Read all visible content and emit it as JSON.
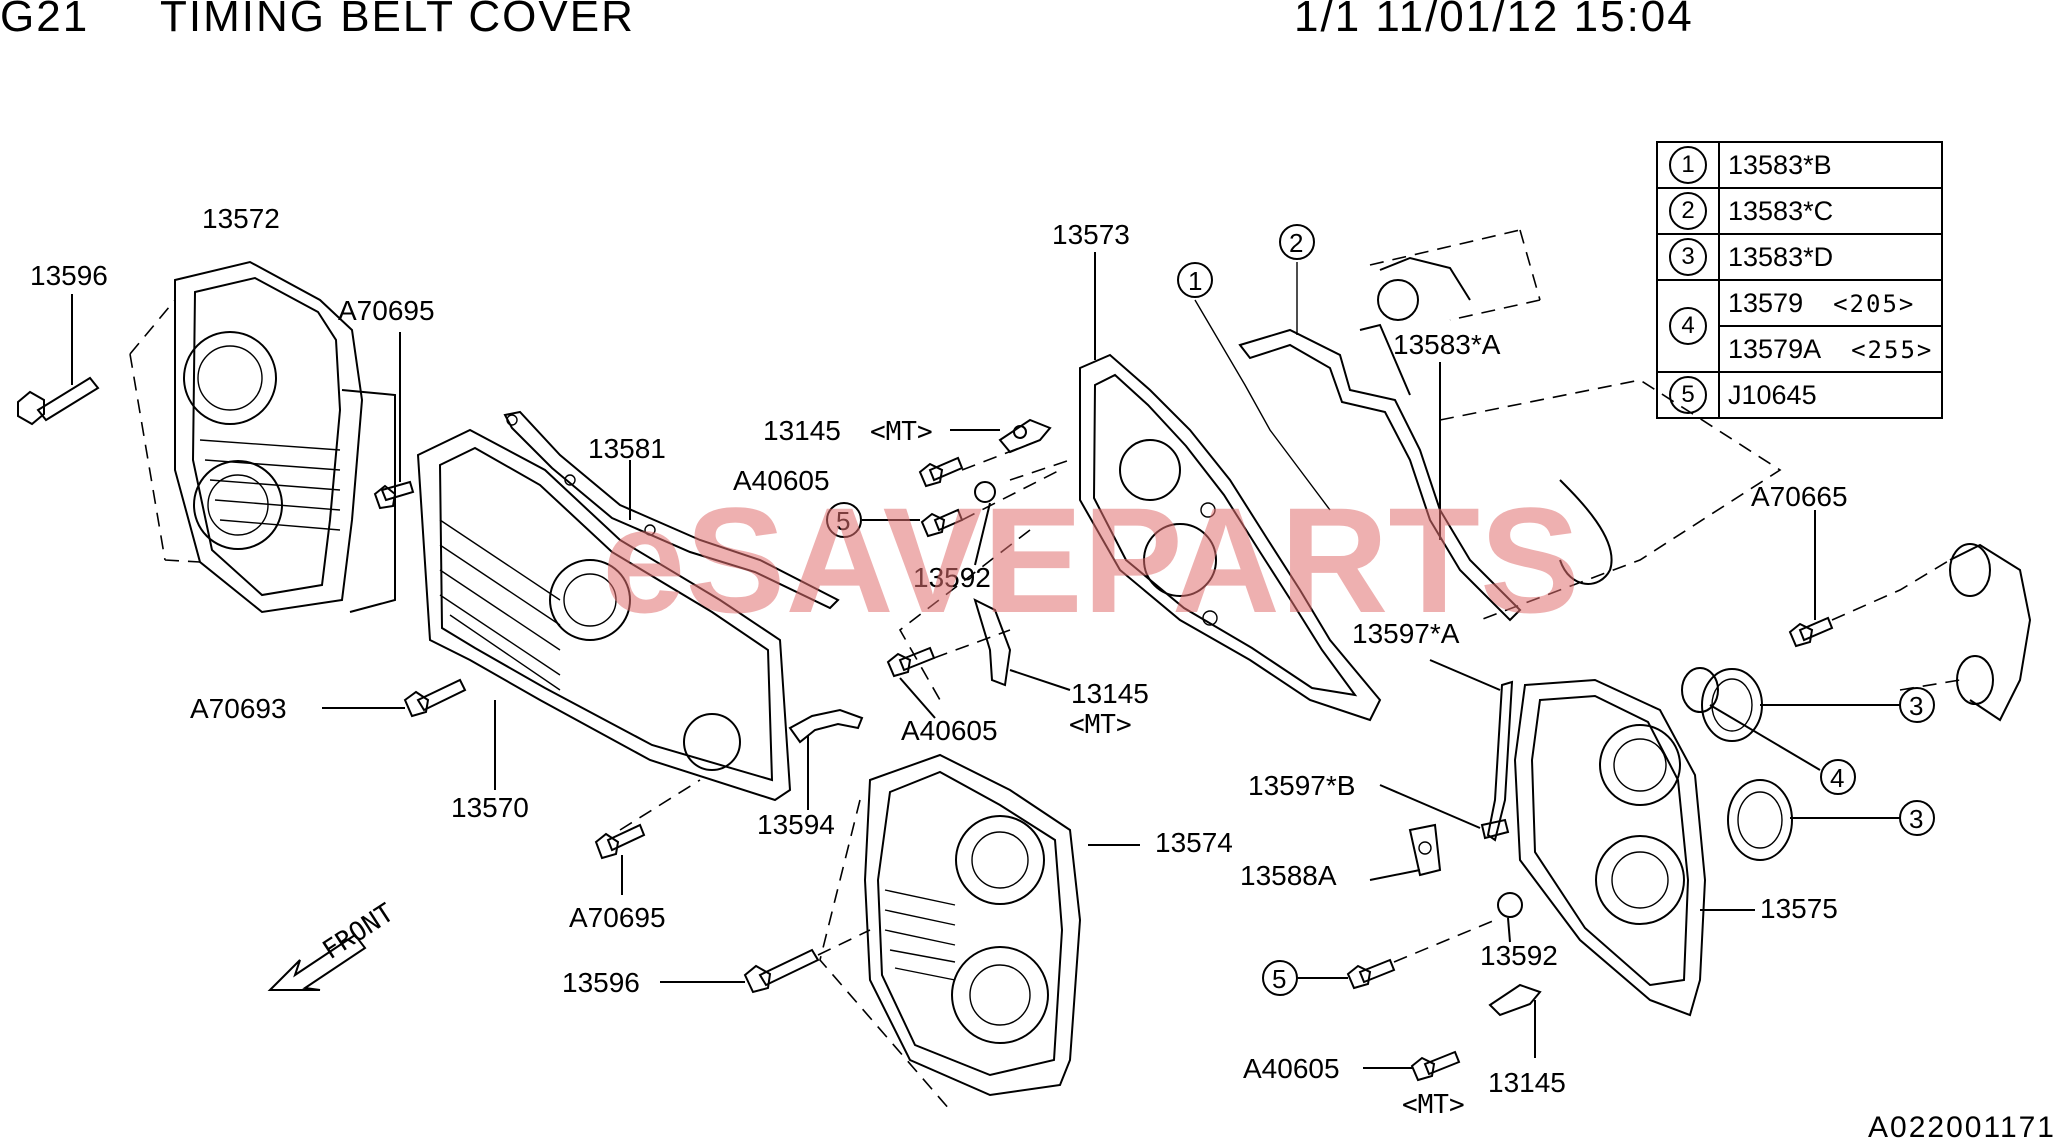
{
  "header": {
    "group": "G21",
    "title": "TIMING BELT COVER",
    "page_date": "1/1 11/01/12 15:04"
  },
  "legend": {
    "rows": [
      {
        "symbol": "1",
        "part": "13583*B",
        "variant": ""
      },
      {
        "symbol": "2",
        "part": "13583*C",
        "variant": ""
      },
      {
        "symbol": "3",
        "part": "13583*D",
        "variant": ""
      },
      {
        "symbol": "4",
        "part": "13579",
        "variant": "<205>"
      },
      {
        "symbol": "",
        "part": "13579A",
        "variant": "<255>"
      },
      {
        "symbol": "5",
        "part": "J10645",
        "variant": ""
      }
    ]
  },
  "callouts": {
    "p13572": "13572",
    "p13596_top": "13596",
    "a70695_top": "A70695",
    "p13581": "13581",
    "p13145_top": "13145",
    "mt_top": "<MT>",
    "a40605_top": "A40605",
    "circle5_top": "5",
    "p13592_top": "13592",
    "p13573": "13573",
    "circle1": "1",
    "circle2": "2",
    "p13583a": "13583*A",
    "a70693": "A70693",
    "p13570": "13570",
    "p13594": "13594",
    "a70695_bottom": "A70695",
    "a40605_mid": "A40605",
    "p13145_mid": "13145",
    "mt_mid": "<MT>",
    "p13574": "13574",
    "p13596_bottom": "13596",
    "front": "FRONT",
    "p13597a": "13597*A",
    "p13597b": "13597*B",
    "p13588a": "13588A",
    "a70665": "A70665",
    "circle3_upper": "3",
    "circle4": "4",
    "circle3_lower": "3",
    "p13575": "13575",
    "circle5_bottom": "5",
    "p13592_bottom": "13592",
    "a40605_bottom": "A40605",
    "p13145_bottom": "13145",
    "mt_bottom": "<MT>"
  },
  "watermark": "eSAVEPARTS",
  "figure_code": "A022001171"
}
